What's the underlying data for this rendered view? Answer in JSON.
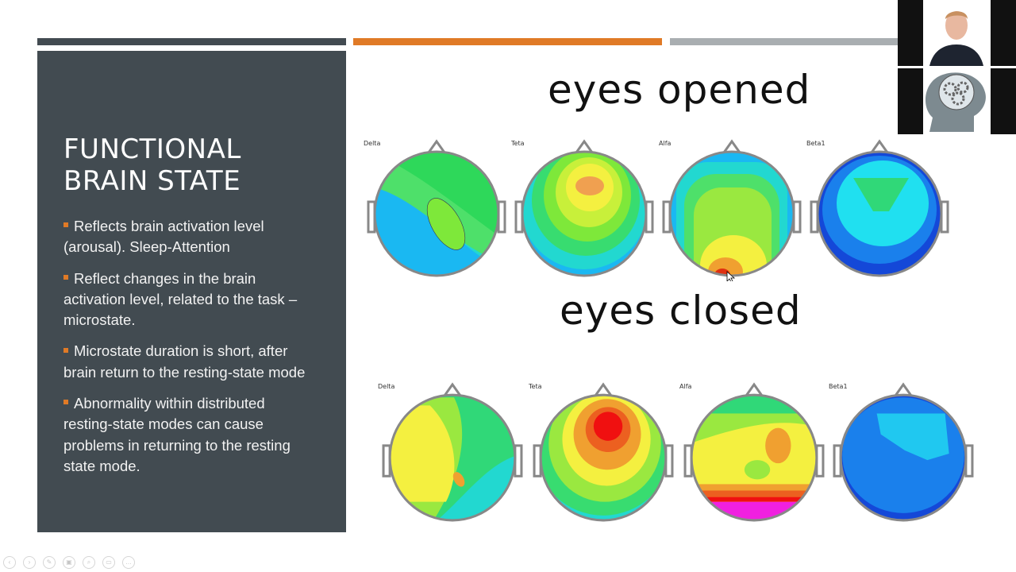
{
  "slide": {
    "title": "FUNCTIONAL BRAIN STATE",
    "bullets": [
      "Reflects brain activation level (arousal). Sleep-Attention",
      "Reflect changes in the brain activation level, related to the task – microstate.",
      "Microstate duration is short, after brain return to the resting-state mode",
      "Abnormality within distributed resting-state modes can cause problems in returning to the resting state mode."
    ],
    "heading_open": "eyes opened",
    "heading_closed": "eyes closed",
    "open_labels": [
      "Delta",
      "Teta",
      "Alfa",
      "Beta1"
    ],
    "closed_labels": [
      "Delta",
      "Teta",
      "Alfa",
      "Beta1"
    ]
  },
  "colors": {
    "panel": "#424b51",
    "accent": "#e07a26",
    "accent_gray": "#a9aeb1"
  },
  "icons": [
    "head-silhouette-icon",
    "gears-brain-icon",
    "mouse-cursor-icon"
  ],
  "toolbar": [
    "prev-icon",
    "next-icon",
    "pen-icon",
    "copy-icon",
    "zoom-icon",
    "screen-icon",
    "more-icon"
  ]
}
